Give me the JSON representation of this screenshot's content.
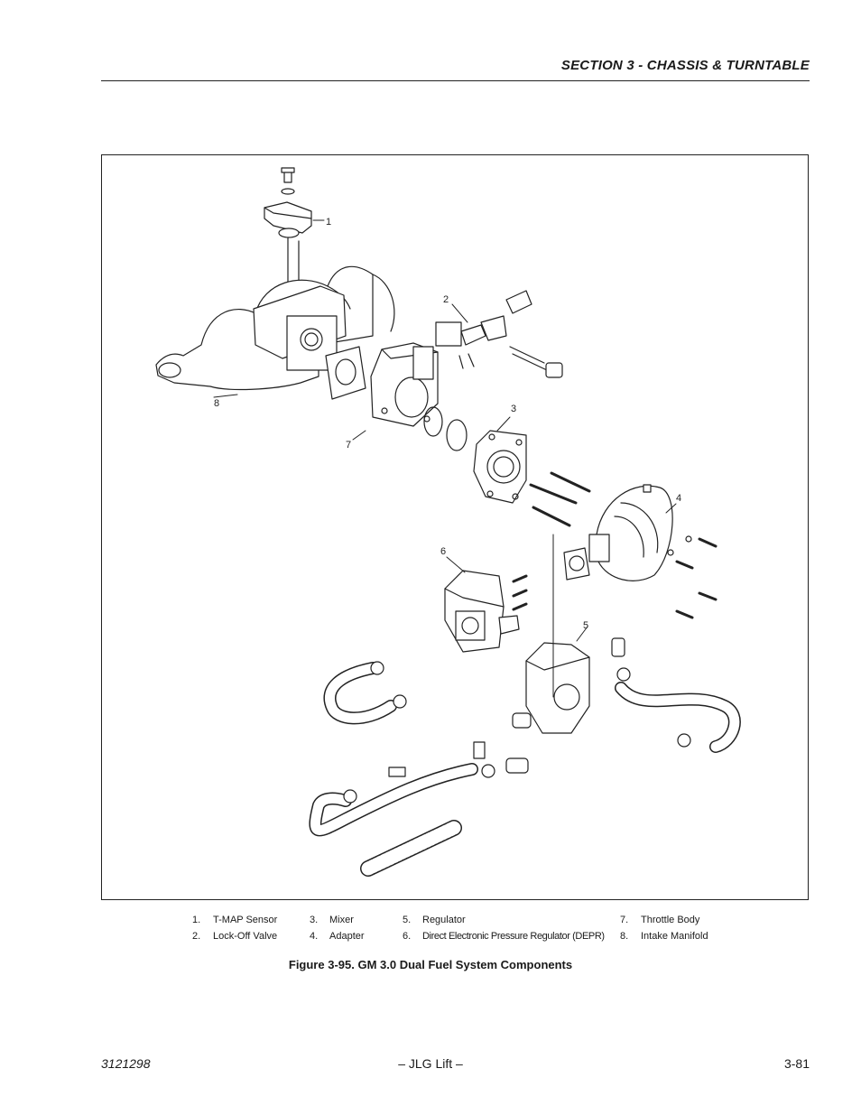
{
  "header": {
    "section_title": "SECTION 3 - CHASSIS & TURNTABLE"
  },
  "figure": {
    "callouts": [
      "1",
      "2",
      "3",
      "4",
      "5",
      "6",
      "7",
      "8"
    ],
    "legend": [
      {
        "num": "1.",
        "label": "T-MAP Sensor"
      },
      {
        "num": "2.",
        "label": "Lock-Off Valve"
      },
      {
        "num": "3.",
        "label": "Mixer"
      },
      {
        "num": "4.",
        "label": "Adapter"
      },
      {
        "num": "5.",
        "label": "Regulator"
      },
      {
        "num": "6.",
        "label": "Direct Electronic Pressure Regulator (DEPR)"
      },
      {
        "num": "7.",
        "label": "Throttle Body"
      },
      {
        "num": "8.",
        "label": "Intake Manifold"
      }
    ],
    "caption": "Figure 3-95.  GM 3.0 Dual Fuel System Components"
  },
  "footer": {
    "doc_number": "3121298",
    "publisher": "– JLG Lift –",
    "page_number": "3-81"
  }
}
